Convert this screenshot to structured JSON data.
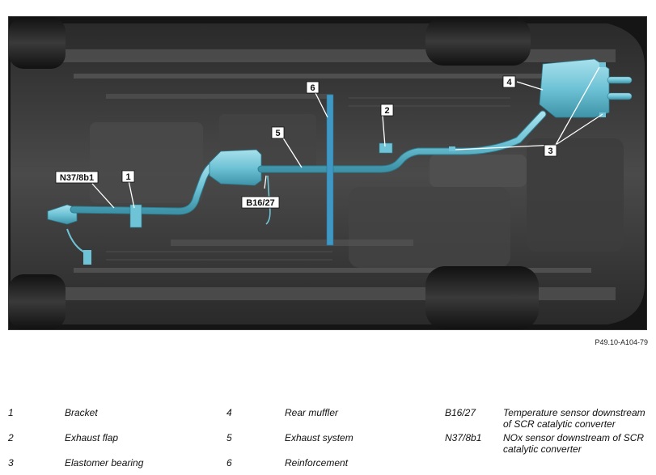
{
  "figure": {
    "reference": "P49.10-A104-79",
    "callouts": {
      "c1": "1",
      "c2": "2",
      "c3": "3",
      "c4": "4",
      "c5": "5",
      "c6": "6",
      "n37": "N37/8b1",
      "b16": "B16/27"
    }
  },
  "legend": [
    {
      "key": "1",
      "text": "Bracket"
    },
    {
      "key": "2",
      "text": "Exhaust flap"
    },
    {
      "key": "3",
      "text": "Elastomer bearing"
    },
    {
      "key": "4",
      "text": "Rear muffler"
    },
    {
      "key": "5",
      "text": "Exhaust system"
    },
    {
      "key": "6",
      "text": "Reinforcement"
    },
    {
      "key": "B16/27",
      "text": "Temperature sensor downstream of SCR catalytic converter"
    },
    {
      "key": "N37/8b1",
      "text": "NOx sensor downstream of SCR catalytic converter"
    }
  ],
  "colors": {
    "exhaust": "#6fc3d6",
    "reinforcement": "#3f98c4",
    "underbody": "#3a3a3a"
  }
}
